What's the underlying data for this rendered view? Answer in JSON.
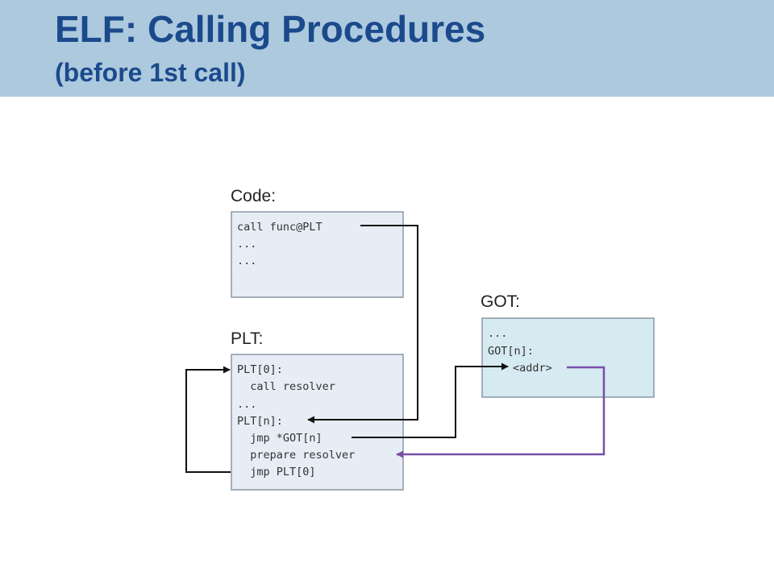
{
  "slide": {
    "title": "ELF: Calling Procedures",
    "subtitle": "(before 1st call)"
  },
  "diagram": {
    "code": {
      "label": "Code:",
      "lines": [
        "call func@PLT",
        "...",
        "..."
      ]
    },
    "plt": {
      "label": "PLT:",
      "lines": [
        "PLT[0]:",
        "  call resolver",
        "...",
        "PLT[n]:",
        "  jmp *GOT[n]",
        "  prepare resolver",
        "  jmp PLT[0]"
      ]
    },
    "got": {
      "label": "GOT:",
      "lines": [
        "...",
        "GOT[n]:",
        "<addr>"
      ]
    },
    "colors": {
      "code_box": "#e6edf5",
      "plt_box": "#e6edf5",
      "got_box": "#d6eaf2",
      "arrow_black": "#111111",
      "arrow_purple": "#7a4fa8"
    }
  }
}
